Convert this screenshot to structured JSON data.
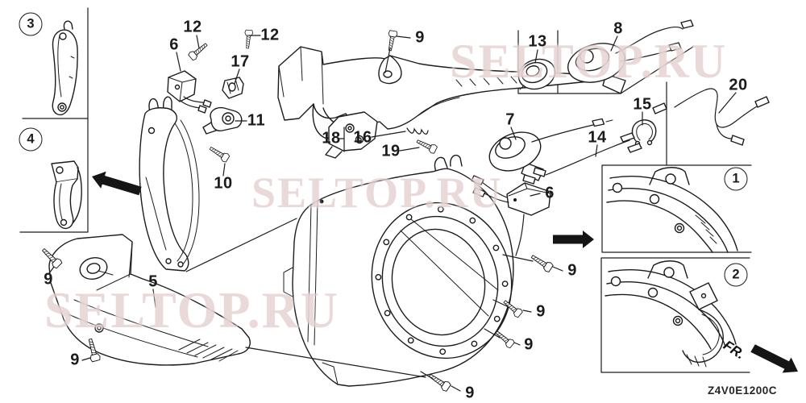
{
  "diagram": {
    "watermark_text": "SELTOP.RU",
    "drawing_code": "Z4V0E1200C",
    "fr_label": "FR.",
    "colors": {
      "line_art": "#1c1c1c",
      "watermark": "#dbbfbf",
      "background": "#ffffff"
    },
    "circled_callouts": [
      {
        "text": "3"
      },
      {
        "text": "4"
      },
      {
        "text": "1"
      },
      {
        "text": "2"
      }
    ],
    "callouts": [
      {
        "text": "12"
      },
      {
        "text": "6"
      },
      {
        "text": "17"
      },
      {
        "text": "11"
      },
      {
        "text": "10"
      },
      {
        "text": "12"
      },
      {
        "text": "9"
      },
      {
        "text": "18"
      },
      {
        "text": "16"
      },
      {
        "text": "19"
      },
      {
        "text": "13"
      },
      {
        "text": "8"
      },
      {
        "text": "7"
      },
      {
        "text": "15"
      },
      {
        "text": "14"
      },
      {
        "text": "6"
      },
      {
        "text": "20"
      },
      {
        "text": "5"
      },
      {
        "text": "9"
      },
      {
        "text": "9"
      },
      {
        "text": "9"
      },
      {
        "text": "9"
      },
      {
        "text": "9"
      },
      {
        "text": "9"
      }
    ]
  }
}
